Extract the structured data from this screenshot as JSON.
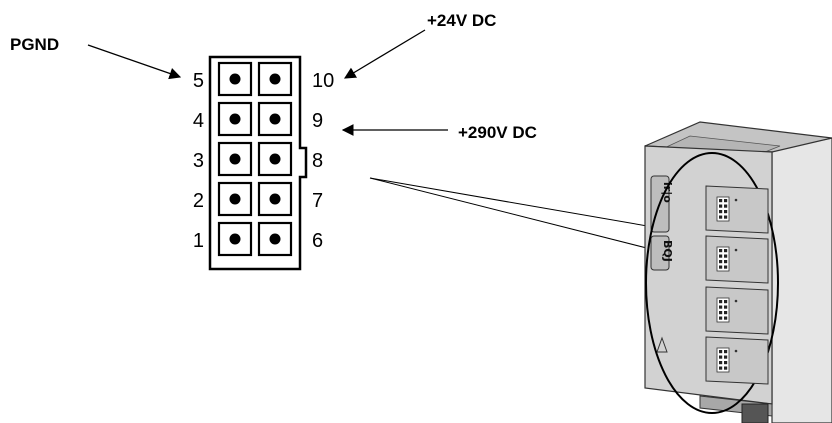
{
  "labels": {
    "pgnd": "PGND",
    "v24": "+24V DC",
    "v290": "+290V DC"
  },
  "connector": {
    "left_pins": [
      "5",
      "4",
      "3",
      "2",
      "1"
    ],
    "right_pins": [
      "10",
      "9",
      "8",
      "7",
      "6"
    ]
  },
  "device": {
    "logo_top": "ir|o",
    "logo_bottom": "BQJ"
  },
  "colors": {
    "line": "#000000",
    "device_front": "#d2d2d2",
    "device_side": "#e6e6e6",
    "device_dark": "#a8a8a8"
  }
}
